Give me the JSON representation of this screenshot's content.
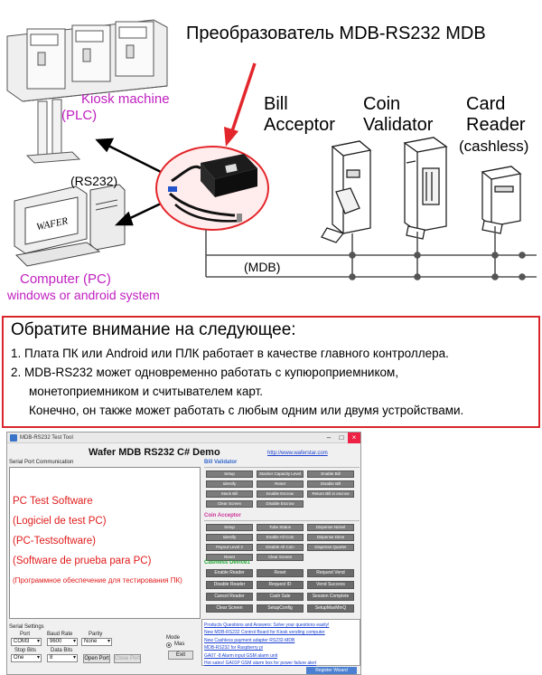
{
  "diagram": {
    "title": "Преобразователь MDB-RS232 MDB",
    "kiosk_label": "Kiosk machine",
    "plc_label": "(PLC)",
    "rs232_label": "(RS232)",
    "pc_label": "Computer (PC)",
    "os_label": "windows or android system",
    "bill_label_1": "Bill",
    "bill_label_2": "Acceptor",
    "coin_label_1": "Coin",
    "coin_label_2": "Validator",
    "card_label_1": "Card",
    "card_label_2": "Reader",
    "card_label_3": "(cashless)",
    "mdb_label": "(MDB)",
    "monitor_brand": "WAFER",
    "accent_red": "#e3262b",
    "label_magenta": "#c020c0",
    "icons": [
      "kiosk-machine-icon",
      "converter-device-icon",
      "desktop-computer-icon",
      "bill-acceptor-icon",
      "coin-validator-icon",
      "card-reader-icon"
    ]
  },
  "notice": {
    "heading": "Обратите внимание на следующее:",
    "item1": "1. Плата ПК или Android или ПЛК работает в качестве главного контроллера.",
    "item2a": "2. MDB-RS232 может одновременно работать с купюроприемником,",
    "item2b": "монетоприемником и считывателем карт.",
    "item2c": "Конечно, он также может работать с любым одним или двумя устройствами.",
    "border_color": "#d9262c"
  },
  "software": {
    "window_title": "MDB-RS232 Test Tool",
    "app_title": "Wafer MDB RS232 C# Demo",
    "url": "http://www.waferstar.com",
    "serial_comm_label": "Serial Port Communication",
    "log_lines": [
      "PC Test Software",
      "(Logiciel de test PC)",
      "(PC-Testsoftware)",
      "(Software de prueba para PC)",
      "(Программное обеспечение для тестирования ПК)"
    ],
    "serial_settings": {
      "label": "Serial Settings",
      "port_label": "Port",
      "port_value": "COM3",
      "baud_label": "Baud Rate",
      "baud_value": "9600",
      "parity_label": "Parity",
      "parity_value": "None",
      "stop_label": "Stop Bits",
      "stop_value": "One",
      "data_label": "Data Bits",
      "data_value": "8",
      "open_port": "Open Port",
      "close_port": "Close Port",
      "mode_label": "Mode",
      "mode_value": "Mas",
      "exit": "Exit"
    },
    "bill_validator": {
      "label": "Bill Validator",
      "buttons": [
        "Setup",
        "Stacker Capacity Level",
        "Enable Bill",
        "Identify",
        "Reset",
        "Disable Bill",
        "Stack Bill",
        "Enable Escrow",
        "Return Bill in escrow",
        "Clear Screen",
        "Disable Escrow"
      ]
    },
    "coin_acceptor": {
      "label": "Coin Acceptor",
      "buttons": [
        "Setup",
        "Tube Status",
        "Dispense Nickel",
        "Identify",
        "Enable All Coin",
        "Dispense Dime",
        "Payout Level 2",
        "Disable All Coin",
        "Dispense Quarter",
        "Reset",
        "Clear Screen"
      ]
    },
    "cashless": {
      "label": "Cashless Device1",
      "buttons": [
        "Enable Reader",
        "Reset",
        "Request Vend",
        "Disable Reader",
        "Request ID",
        "Vend Success",
        "Cancel Reader",
        "Cash Sale",
        "Session Complete",
        "Clear Screen",
        "SetupConfig",
        "SetupMaxMinQ"
      ]
    },
    "links": [
      "Products Questions and Answers: Solve your questions easily!",
      "New MDB-RS232 Control Board for Kiosk vending computer",
      "New Cashless payment adapter RS232-MDB",
      "MDB-RS232 for Raspberry pi",
      "GA07 -8 Alarm input GSM alarm unit",
      "Hot sales! GA01P GSM alarm box for power failure alert"
    ],
    "register_button": "Register Wizard",
    "link_color": "#1a3fd0",
    "log_text_color": "#e01b1b"
  }
}
